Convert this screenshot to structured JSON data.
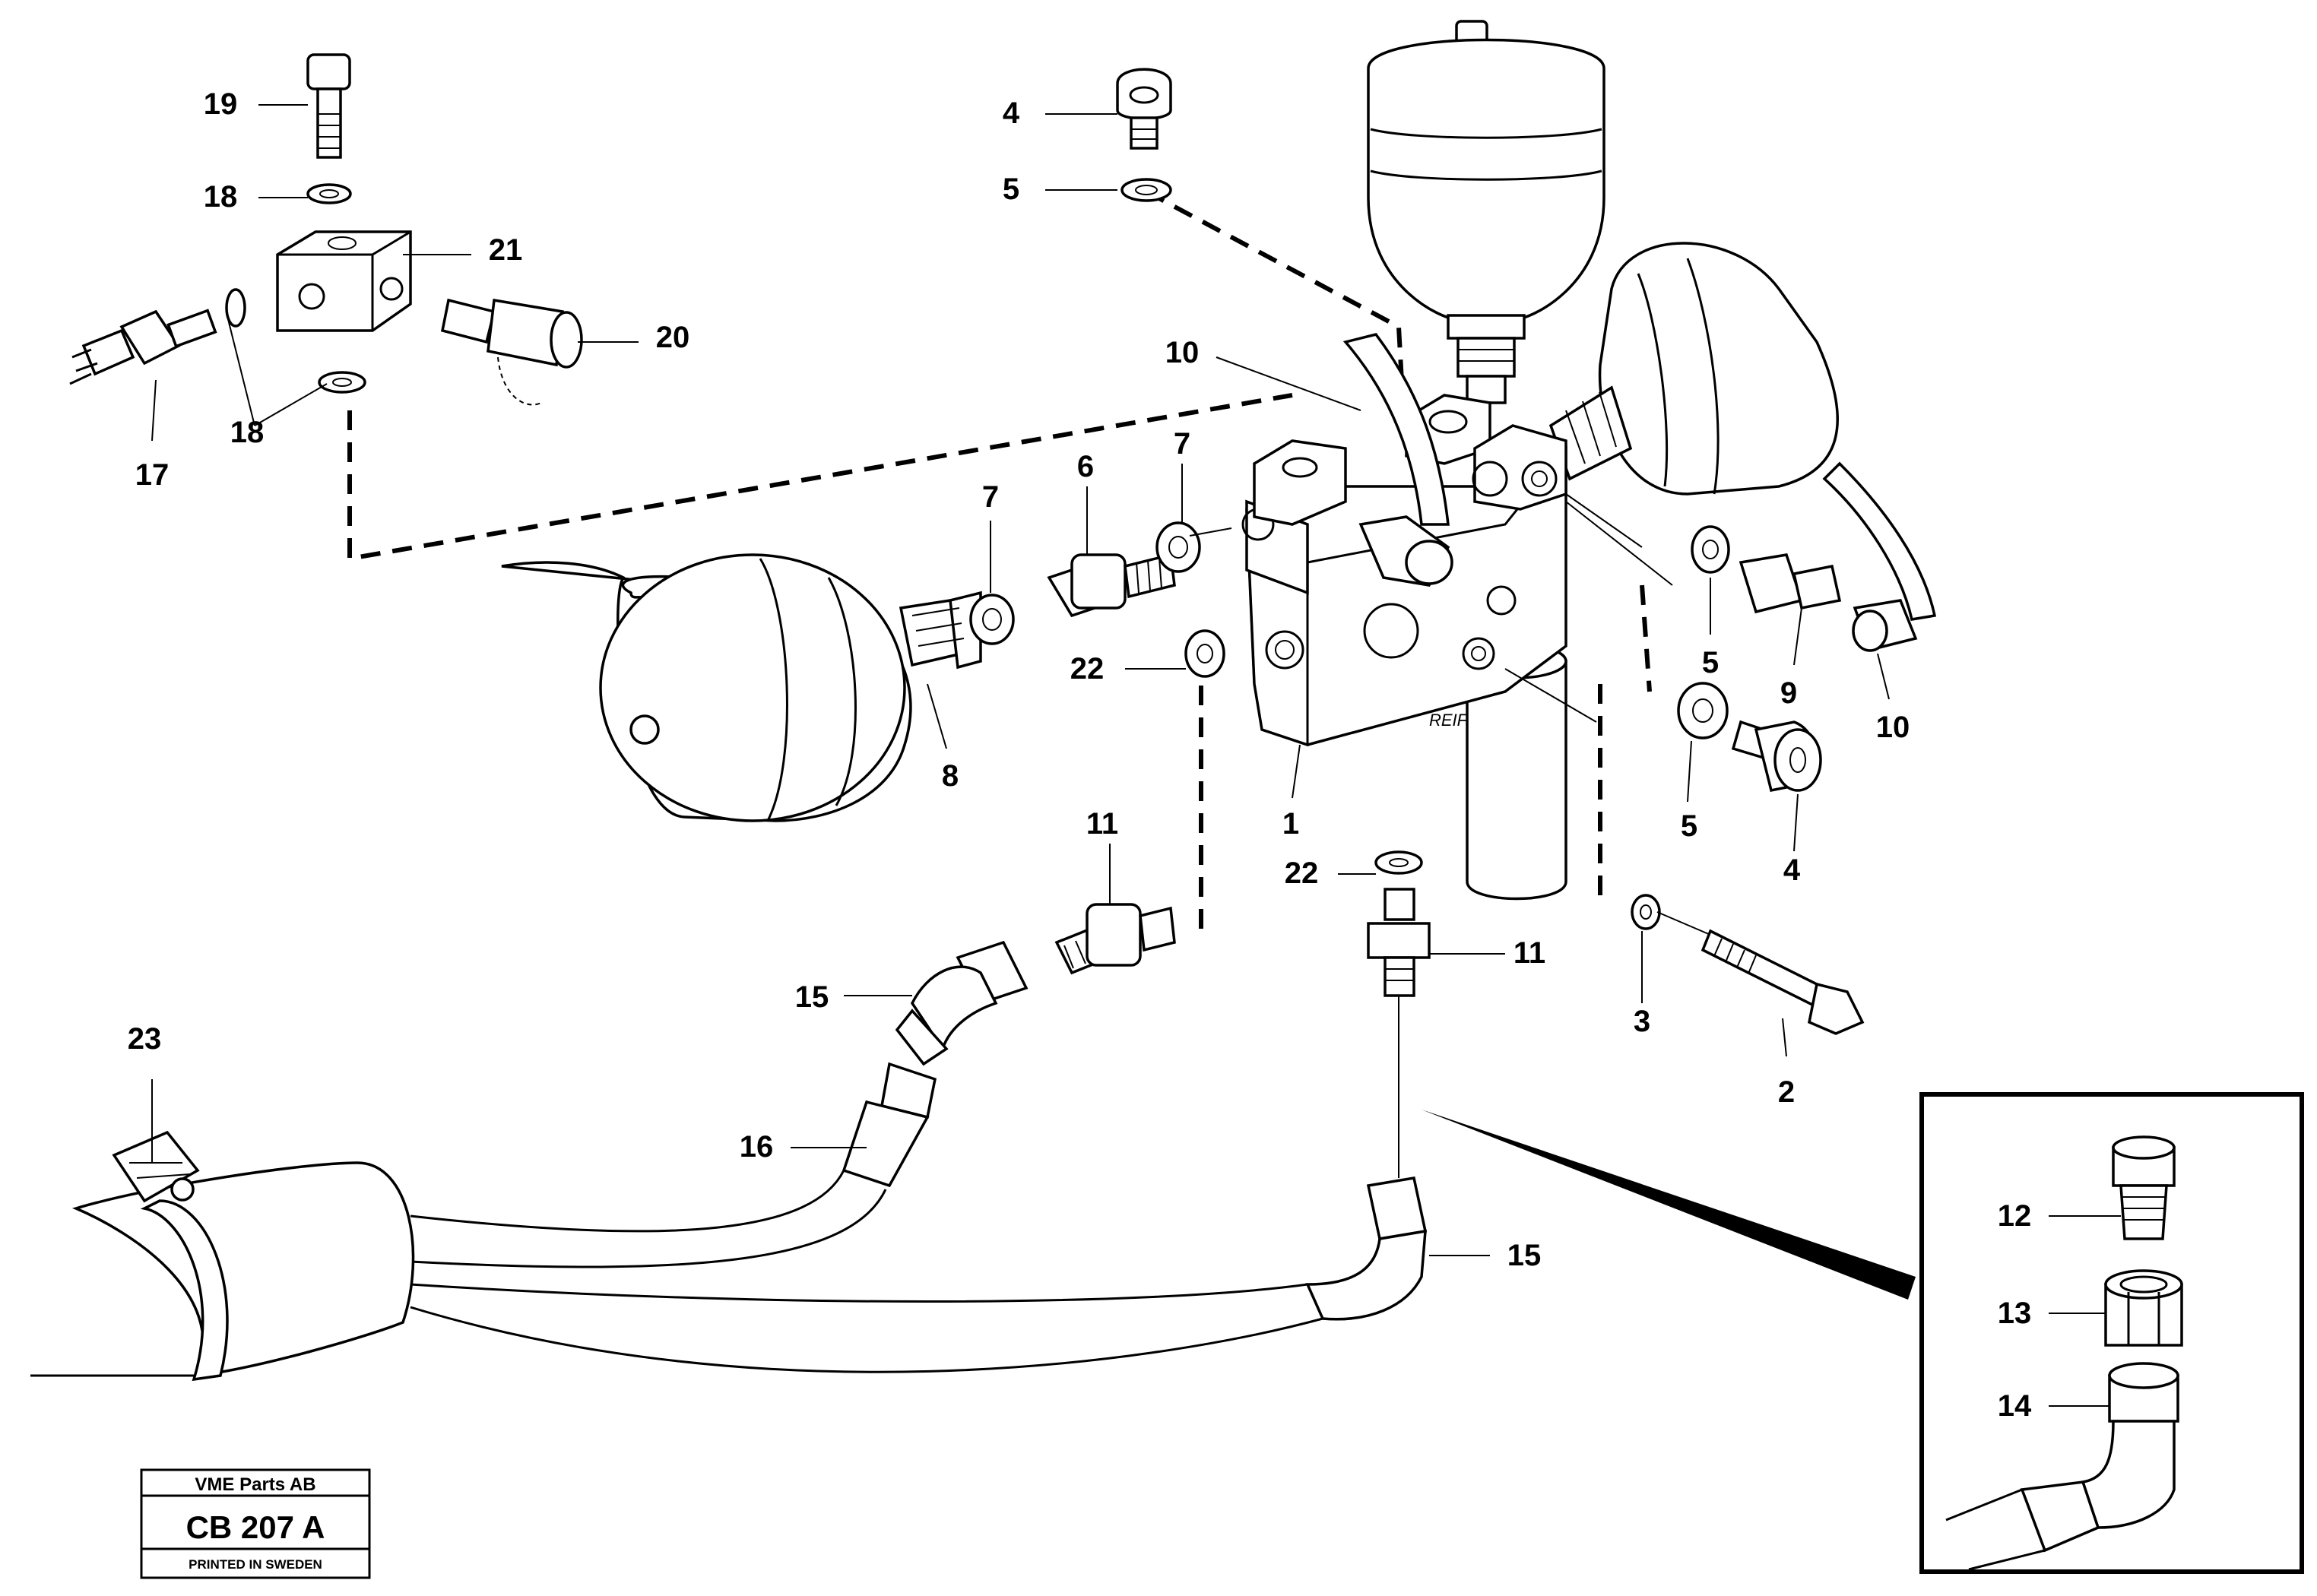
{
  "callouts": {
    "c19": "19",
    "c18a": "18",
    "c21": "21",
    "c20": "20",
    "c17": "17",
    "c18b": "18",
    "c4a": "4",
    "c5a": "5",
    "c10a": "10",
    "c7a": "7",
    "c6": "6",
    "c7b": "7",
    "c22a": "22",
    "c8": "8",
    "c1": "1",
    "c5b": "5",
    "c9": "9",
    "c10b": "10",
    "c5c": "5",
    "c4b": "4",
    "c11a": "11",
    "c22b": "22",
    "c11b": "11",
    "c3": "3",
    "c2": "2",
    "c15a": "15",
    "c16": "16",
    "c23": "23",
    "c15b": "15",
    "c12": "12",
    "c13": "13",
    "c14": "14"
  },
  "block_marking": "REIF",
  "stamp": {
    "company": "VME Parts AB",
    "code": "CB 207 A",
    "printed": "PRINTED IN SWEDEN"
  }
}
